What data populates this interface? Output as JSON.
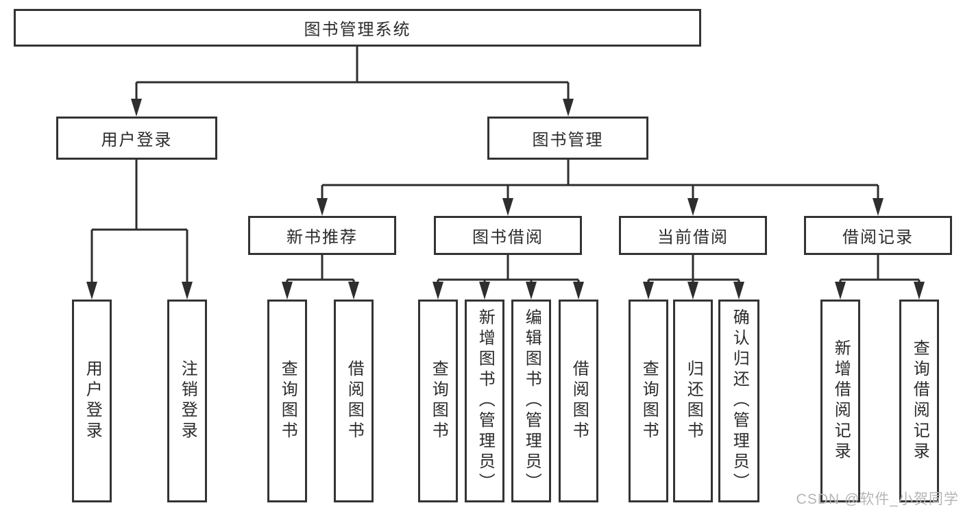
{
  "nodes": {
    "root": "图书管理系统",
    "user_login": "用户登录",
    "book_management": "图书管理",
    "new_book_recommend": "新书推荐",
    "book_borrow": "图书借阅",
    "current_borrow": "当前借阅",
    "borrow_record": "借阅记录",
    "leaf_user_login": "用户登录",
    "leaf_logout": "注销登录",
    "leaf_recommend_query": "查询图书",
    "leaf_recommend_borrow": "借阅图书",
    "leaf_borrow_query": "查询图书",
    "leaf_borrow_add": "新增图书（管理员）",
    "leaf_borrow_edit": "编辑图书（管理员）",
    "leaf_borrow_borrow": "借阅图书",
    "leaf_current_query": "查询图书",
    "leaf_current_return": "归还图书",
    "leaf_current_confirm": "确认归还（管理员）",
    "leaf_record_add": "新增借阅记录",
    "leaf_record_query": "查询借阅记录"
  },
  "watermark": "CSDN @软件_小贺同学",
  "colors": {
    "line": "#2e2e2e",
    "box_border": "#333333",
    "text": "#2b2b2b",
    "watermark": "#b5b5b5",
    "background": "#ffffff"
  }
}
